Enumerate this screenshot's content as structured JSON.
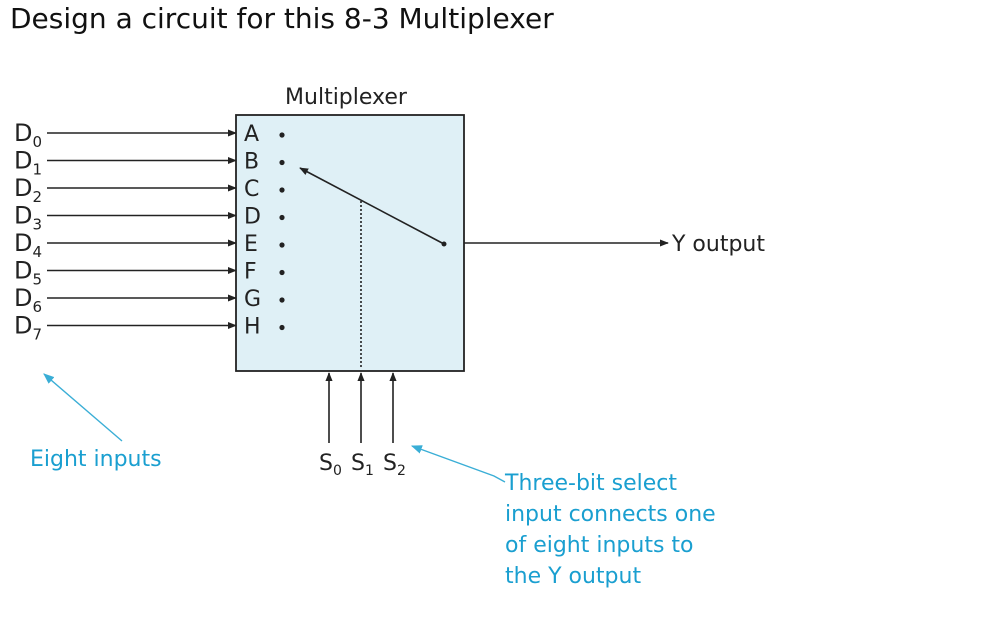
{
  "title": "Design a circuit for this 8-3 Multiplexer",
  "diagram": {
    "block_label": "Multiplexer",
    "inputs": [
      {
        "name": "D",
        "sub": "0",
        "pin": "A"
      },
      {
        "name": "D",
        "sub": "1",
        "pin": "B"
      },
      {
        "name": "D",
        "sub": "2",
        "pin": "C"
      },
      {
        "name": "D",
        "sub": "3",
        "pin": "D"
      },
      {
        "name": "D",
        "sub": "4",
        "pin": "E"
      },
      {
        "name": "D",
        "sub": "5",
        "pin": "F"
      },
      {
        "name": "D",
        "sub": "6",
        "pin": "G"
      },
      {
        "name": "D",
        "sub": "7",
        "pin": "H"
      }
    ],
    "selects": [
      {
        "name": "S",
        "sub": "0"
      },
      {
        "name": "S",
        "sub": "1"
      },
      {
        "name": "S",
        "sub": "2"
      }
    ],
    "output_label": "Y output",
    "annotations": {
      "inputs_note": "Eight inputs",
      "select_note": [
        "Three-bit select",
        "input connects one",
        "of eight inputs to",
        "the Y output"
      ]
    },
    "colors": {
      "block_fill": "#dff0f6",
      "block_stroke": "#222222",
      "annotation": "#1a9fd0"
    }
  }
}
